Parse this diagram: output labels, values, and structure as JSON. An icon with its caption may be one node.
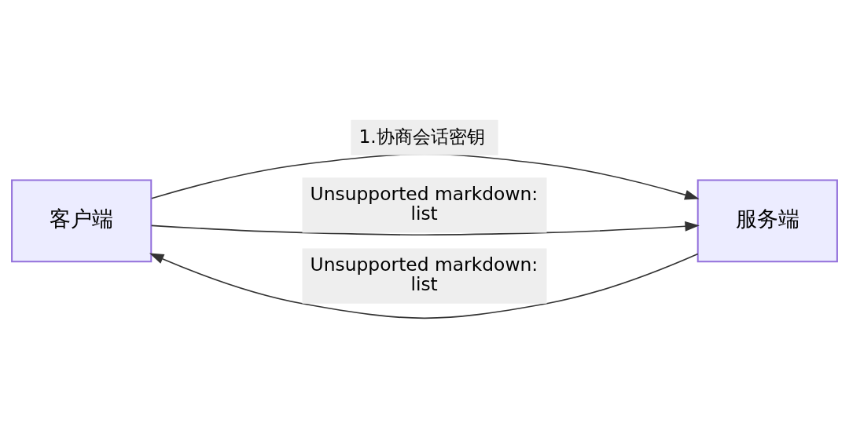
{
  "diagram": {
    "nodes": [
      {
        "text": [
          "客户端"
        ]
      },
      {
        "text": [
          "服务端"
        ]
      }
    ],
    "edges": [
      {
        "from": 0,
        "to": 1,
        "arrow": "to",
        "label": "1.协商会话密钥"
      },
      {
        "from": 0,
        "to": 1,
        "arrow": "to",
        "label": "Unsupported markdown: list"
      },
      {
        "from": 1,
        "to": 0,
        "arrow": "to",
        "label": "Unsupported markdown: list"
      }
    ]
  }
}
